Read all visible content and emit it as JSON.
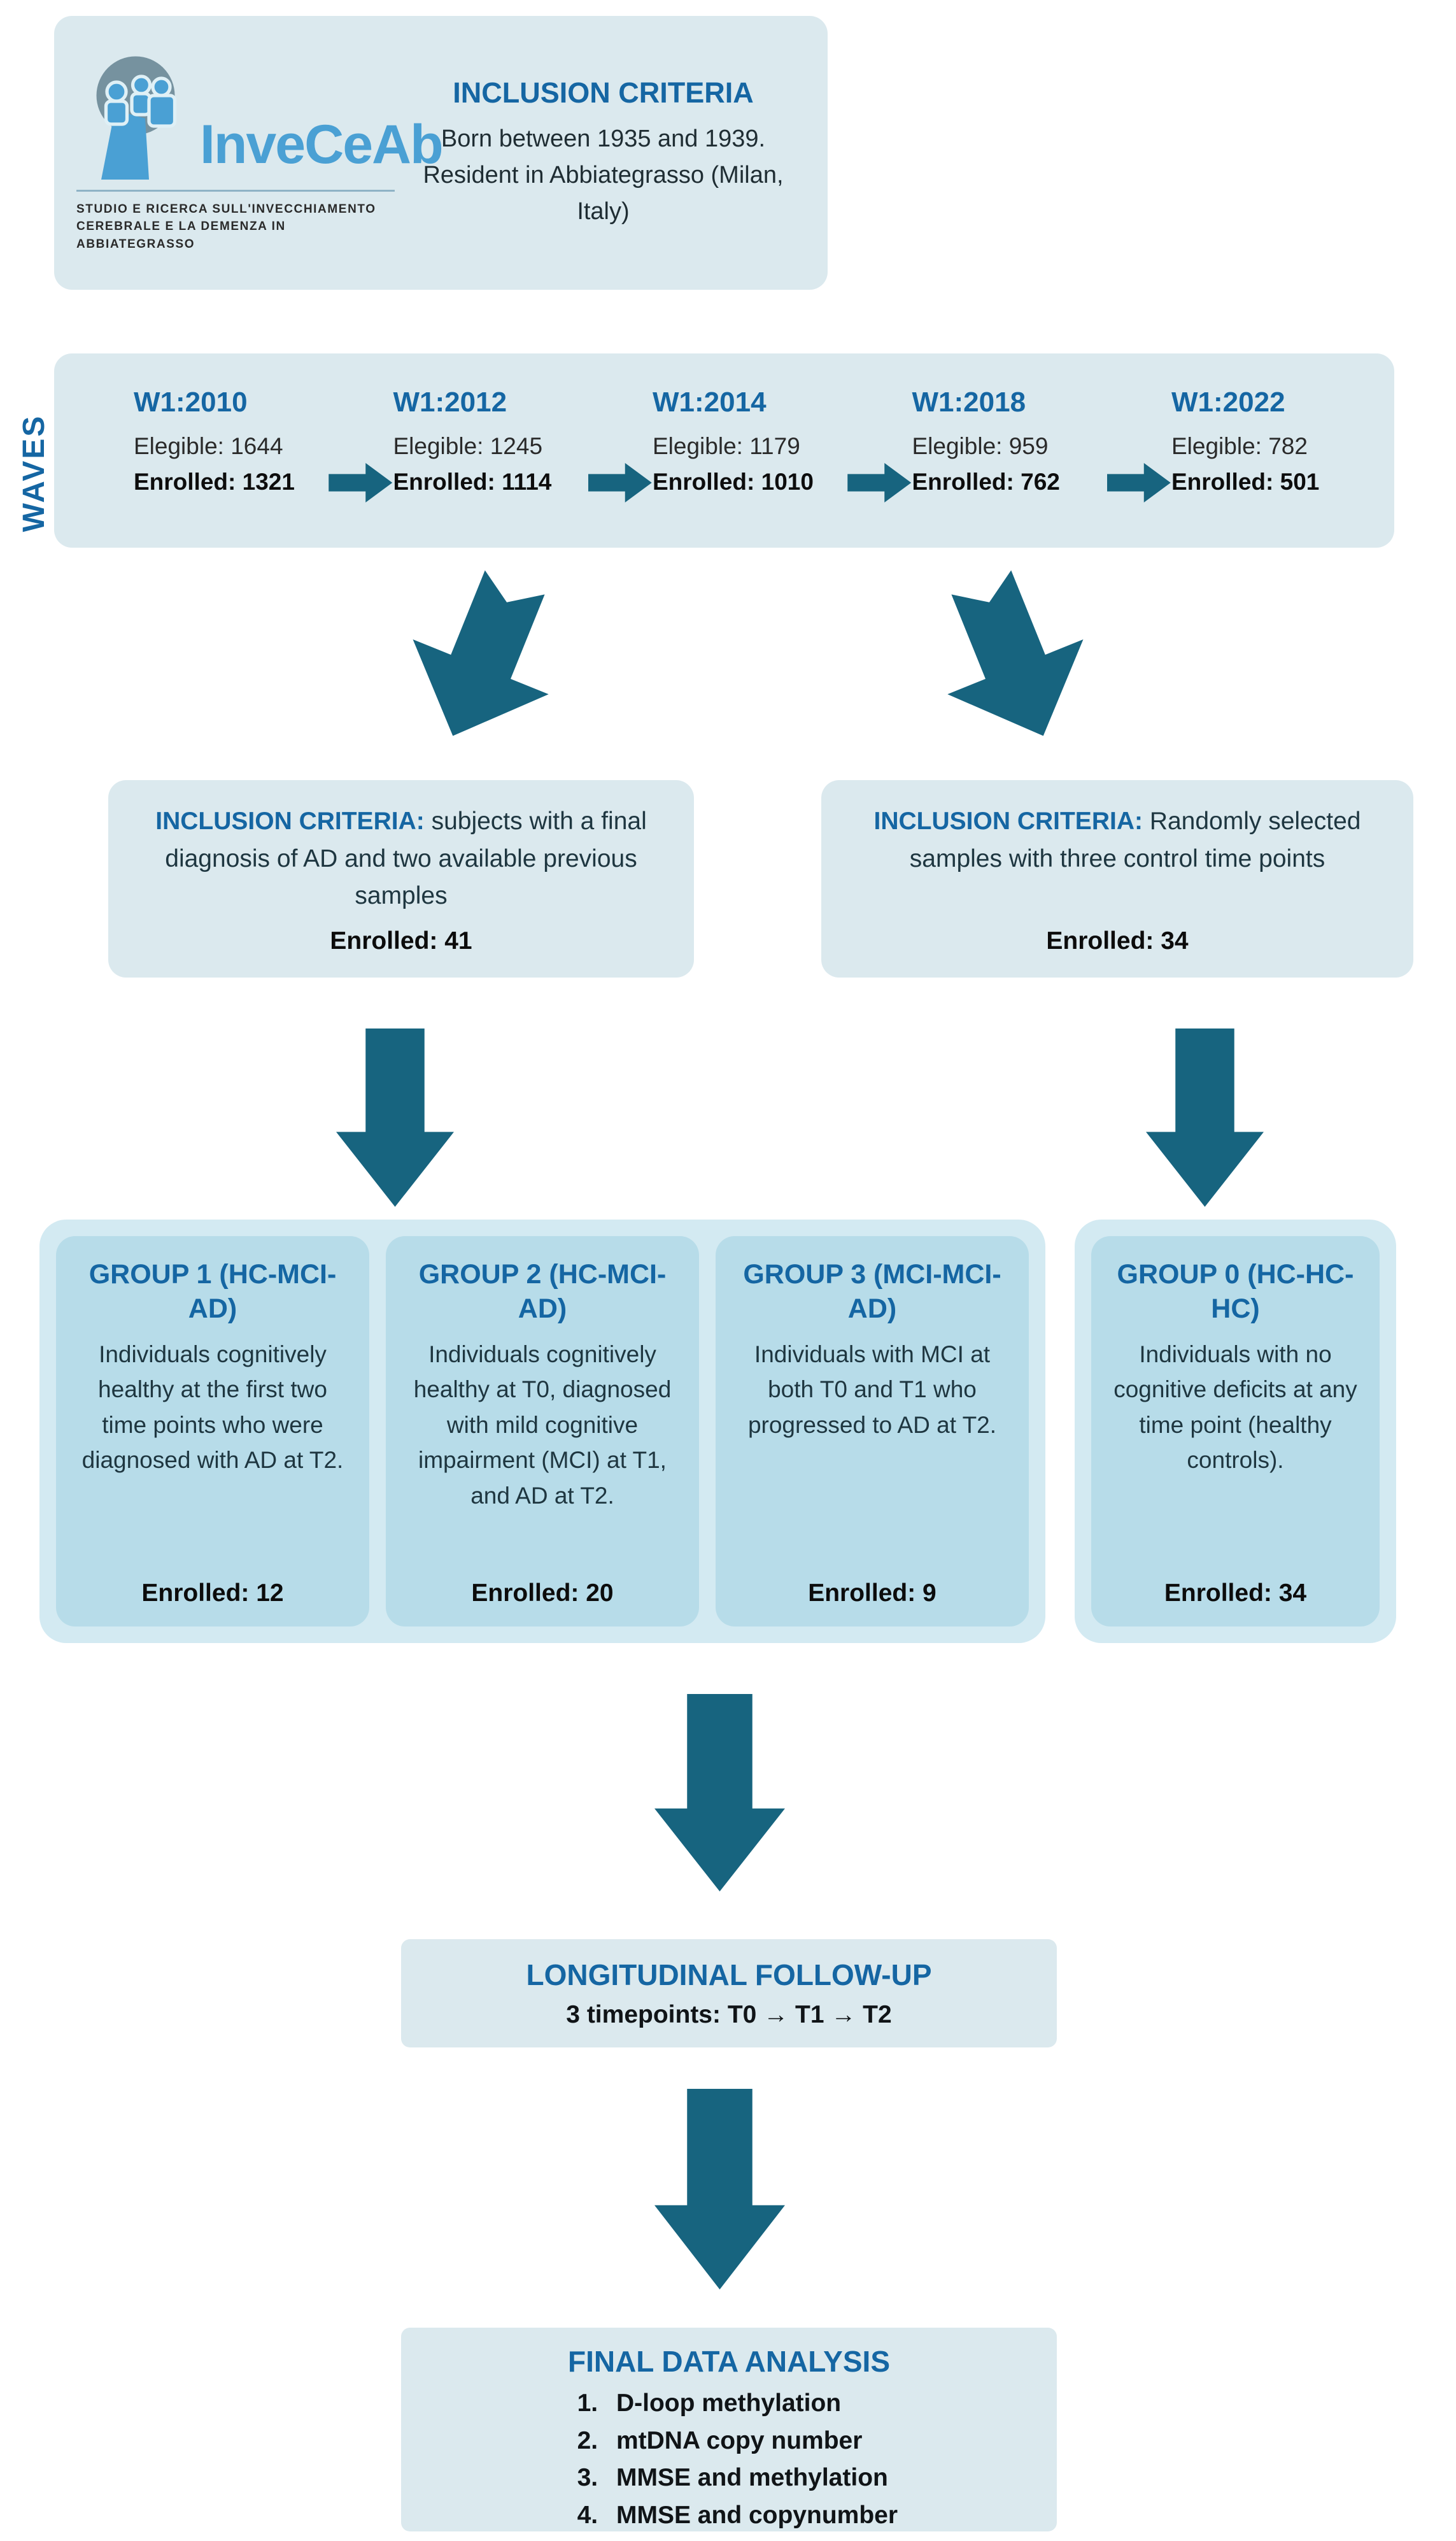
{
  "colors": {
    "panel": "#dbe9ee",
    "group_outer": "#d3eaf2",
    "group_inner": "#b7dce9",
    "heading_blue": "#1566a3",
    "arrow_teal": "#17647f",
    "logo_blue": "#4aa0d4"
  },
  "header": {
    "title": "INCLUSION CRITERIA",
    "body_lines": [
      "Born between 1935 and 1939.",
      "Resident in Abbiategrasso (Milan,",
      "Italy)"
    ],
    "logo": {
      "name": "InveCeAb",
      "caption_line1": "STUDIO E RICERCA SULL'INVECCHIAMENTO",
      "caption_line2": "CEREBRALE E LA DEMENZA IN ABBIATEGRASSO"
    }
  },
  "waves_section": {
    "label": "WAVES",
    "waves": [
      {
        "title": "W1:2010",
        "eligible": "Elegible: 1644",
        "enrolled": "Enrolled: 1321"
      },
      {
        "title": "W1:2012",
        "eligible": "Elegible: 1245",
        "enrolled": "Enrolled: 1114"
      },
      {
        "title": "W1:2014",
        "eligible": "Elegible: 1179",
        "enrolled": "Enrolled: 1010"
      },
      {
        "title": "W1:2018",
        "eligible": "Elegible: 959",
        "enrolled": "Enrolled: 762"
      },
      {
        "title": "W1:2022",
        "eligible": "Elegible: 782",
        "enrolled": "Enrolled: 501"
      }
    ]
  },
  "selection_boxes": {
    "left": {
      "title": "INCLUSION CRITERIA:",
      "body": " subjects with a final diagnosis of AD and two available previous samples",
      "enrolled": "Enrolled: 41"
    },
    "right": {
      "title": "INCLUSION CRITERIA:",
      "body": " Randomly selected samples with three control time points",
      "enrolled": "Enrolled: 34"
    }
  },
  "groups": [
    {
      "title": "GROUP 1 (HC-MCI-AD)",
      "body": "Individuals cognitively healthy at the first two time points who were diagnosed with AD at T2.",
      "enrolled": "Enrolled: 12"
    },
    {
      "title": "GROUP 2 (HC-MCI-AD)",
      "body": "Individuals cognitively healthy at T0, diagnosed with mild cognitive impairment (MCI) at T1, and AD at T2.",
      "enrolled": "Enrolled: 20"
    },
    {
      "title": "GROUP 3 (MCI-MCI-AD)",
      "body": "Individuals with MCI at both T0 and T1 who progressed to AD at T2.",
      "enrolled": "Enrolled: 9"
    },
    {
      "title": "GROUP 0 (HC-HC-HC)",
      "body": "Individuals with no cognitive deficits at any time point (healthy controls).",
      "enrolled": "Enrolled: 34"
    }
  ],
  "followup": {
    "title": "LONGITUDINAL FOLLOW-UP",
    "subtitle": "3 timepoints: T0 → T1 → T2"
  },
  "final_analysis": {
    "title": "FINAL DATA ANALYSIS",
    "items": [
      "D-loop methylation",
      "mtDNA copy number",
      "MMSE and methylation",
      "MMSE and copynumber"
    ]
  }
}
